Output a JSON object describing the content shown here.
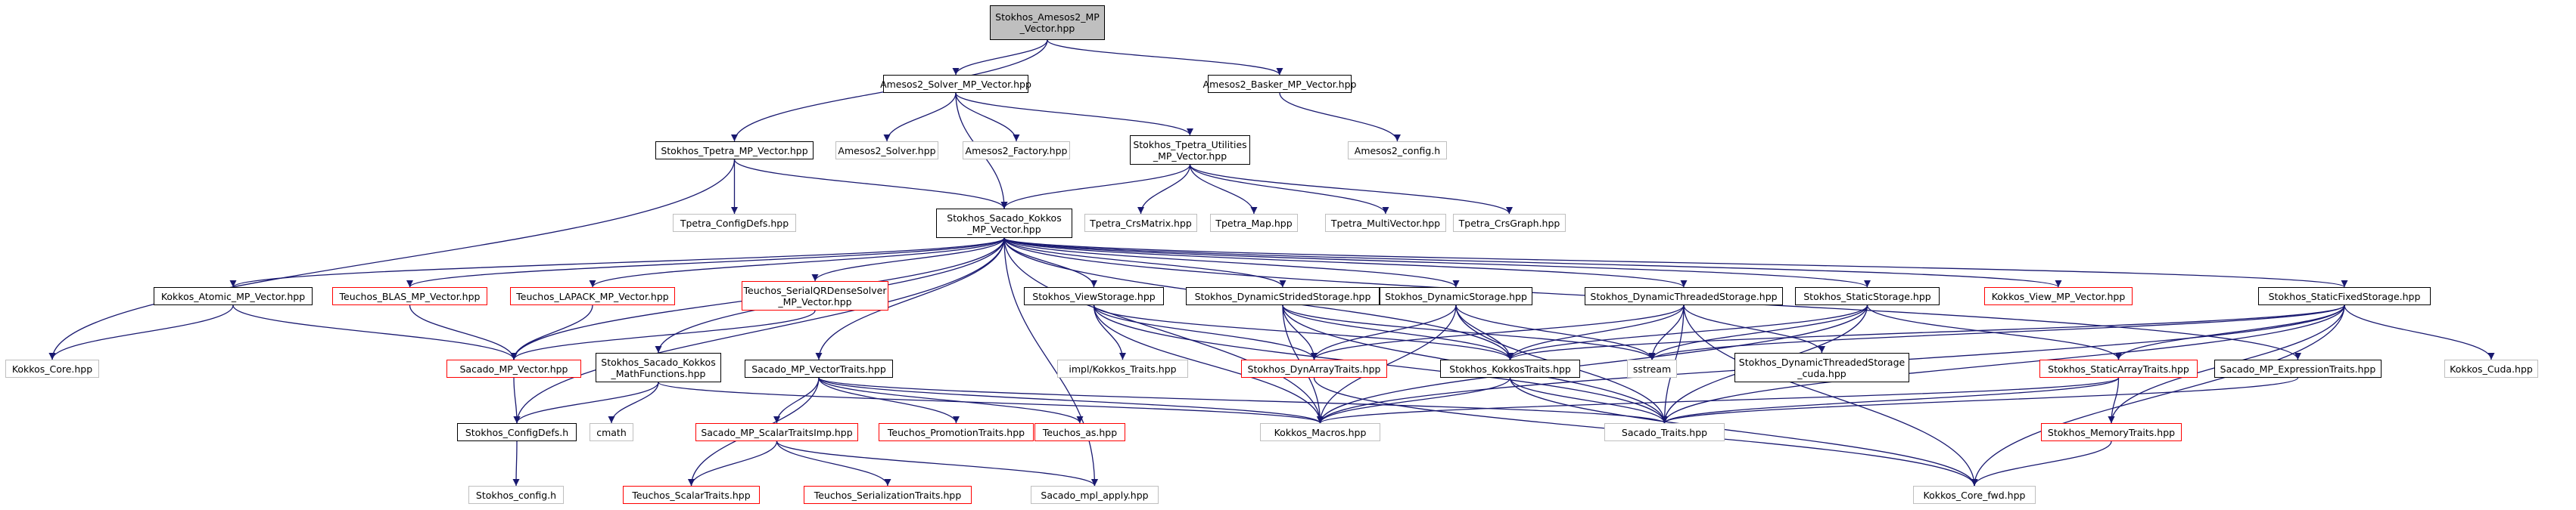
{
  "graph": {
    "title": "Stokhos_Amesos2_MP\n_Vector.hpp",
    "edge_color": "#191970",
    "border_colors": {
      "root": "#000000",
      "documented": "#000000",
      "external": "#bfbfbf",
      "undocumented": "#ff0000"
    },
    "root_fill": "#bfbfbf",
    "nodes": [
      {
        "id": "n0",
        "label": "Stokhos_Amesos2_MP\n_Vector.hpp",
        "kind": "root"
      },
      {
        "id": "n1",
        "label": "Amesos2_Solver_MP_Vector.hpp",
        "kind": "documented"
      },
      {
        "id": "n2",
        "label": "Amesos2_Basker_MP_Vector.hpp",
        "kind": "documented"
      },
      {
        "id": "n3",
        "label": "Stokhos_Tpetra_MP_Vector.hpp",
        "kind": "documented"
      },
      {
        "id": "n4",
        "label": "Amesos2_Solver.hpp",
        "kind": "external"
      },
      {
        "id": "n5",
        "label": "Amesos2_Factory.hpp",
        "kind": "external"
      },
      {
        "id": "n6",
        "label": "Stokhos_Tpetra_Utilities\n_MP_Vector.hpp",
        "kind": "documented"
      },
      {
        "id": "n7",
        "label": "Amesos2_config.h",
        "kind": "external"
      },
      {
        "id": "n8",
        "label": "Tpetra_ConfigDefs.hpp",
        "kind": "external"
      },
      {
        "id": "n9",
        "label": "Stokhos_Sacado_Kokkos\n_MP_Vector.hpp",
        "kind": "documented"
      },
      {
        "id": "n10",
        "label": "Tpetra_CrsMatrix.hpp",
        "kind": "external"
      },
      {
        "id": "n11",
        "label": "Tpetra_Map.hpp",
        "kind": "external"
      },
      {
        "id": "n12",
        "label": "Tpetra_MultiVector.hpp",
        "kind": "external"
      },
      {
        "id": "n13",
        "label": "Tpetra_CrsGraph.hpp",
        "kind": "external"
      },
      {
        "id": "n14",
        "label": "Kokkos_Atomic_MP_Vector.hpp",
        "kind": "documented"
      },
      {
        "id": "n15",
        "label": "Teuchos_BLAS_MP_Vector.hpp",
        "kind": "undocumented"
      },
      {
        "id": "n16",
        "label": "Teuchos_LAPACK_MP_Vector.hpp",
        "kind": "undocumented"
      },
      {
        "id": "n17",
        "label": "Teuchos_SerialQRDenseSolver\n_MP_Vector.hpp",
        "kind": "undocumented"
      },
      {
        "id": "n18",
        "label": "Stokhos_ViewStorage.hpp",
        "kind": "documented"
      },
      {
        "id": "n19",
        "label": "Stokhos_DynamicStridedStorage.hpp",
        "kind": "documented"
      },
      {
        "id": "n20",
        "label": "Stokhos_DynamicStorage.hpp",
        "kind": "documented"
      },
      {
        "id": "n21",
        "label": "Stokhos_DynamicThreadedStorage.hpp",
        "kind": "documented"
      },
      {
        "id": "n22",
        "label": "Stokhos_StaticStorage.hpp",
        "kind": "documented"
      },
      {
        "id": "n23",
        "label": "Kokkos_View_MP_Vector.hpp",
        "kind": "undocumented"
      },
      {
        "id": "n24",
        "label": "Stokhos_StaticFixedStorage.hpp",
        "kind": "documented"
      },
      {
        "id": "n25",
        "label": "Kokkos_Core.hpp",
        "kind": "external"
      },
      {
        "id": "n26",
        "label": "Sacado_MP_Vector.hpp",
        "kind": "undocumented"
      },
      {
        "id": "n27",
        "label": "Stokhos_Sacado_Kokkos\n_MathFunctions.hpp",
        "kind": "documented"
      },
      {
        "id": "n28",
        "label": "Sacado_MP_VectorTraits.hpp",
        "kind": "documented"
      },
      {
        "id": "n29",
        "label": "impl/Kokkos_Traits.hpp",
        "kind": "external"
      },
      {
        "id": "n30",
        "label": "Stokhos_DynArrayTraits.hpp",
        "kind": "undocumented"
      },
      {
        "id": "n31",
        "label": "Stokhos_KokkosTraits.hpp",
        "kind": "documented"
      },
      {
        "id": "n32",
        "label": "sstream",
        "kind": "external"
      },
      {
        "id": "n33",
        "label": "Stokhos_DynamicThreadedStorage\n_cuda.hpp",
        "kind": "documented"
      },
      {
        "id": "n34",
        "label": "Stokhos_StaticArrayTraits.hpp",
        "kind": "undocumented"
      },
      {
        "id": "n35",
        "label": "Sacado_MP_ExpressionTraits.hpp",
        "kind": "documented"
      },
      {
        "id": "n36",
        "label": "Kokkos_Cuda.hpp",
        "kind": "external"
      },
      {
        "id": "n37",
        "label": "Stokhos_ConfigDefs.h",
        "kind": "documented"
      },
      {
        "id": "n38",
        "label": "cmath",
        "kind": "external"
      },
      {
        "id": "n39",
        "label": "Sacado_MP_ScalarTraitsImp.hpp",
        "kind": "undocumented"
      },
      {
        "id": "n40",
        "label": "Teuchos_PromotionTraits.hpp",
        "kind": "undocumented"
      },
      {
        "id": "n41",
        "label": "Teuchos_as.hpp",
        "kind": "undocumented"
      },
      {
        "id": "n42",
        "label": "Kokkos_Macros.hpp",
        "kind": "external"
      },
      {
        "id": "n43",
        "label": "Sacado_Traits.hpp",
        "kind": "external"
      },
      {
        "id": "n44",
        "label": "Stokhos_MemoryTraits.hpp",
        "kind": "undocumented"
      },
      {
        "id": "n45",
        "label": "Stokhos_config.h",
        "kind": "external"
      },
      {
        "id": "n46",
        "label": "Teuchos_ScalarTraits.hpp",
        "kind": "undocumented"
      },
      {
        "id": "n47",
        "label": "Teuchos_SerializationTraits.hpp",
        "kind": "undocumented"
      },
      {
        "id": "n48",
        "label": "Sacado_mpl_apply.hpp",
        "kind": "external"
      },
      {
        "id": "n49",
        "label": "Kokkos_Core_fwd.hpp",
        "kind": "external"
      }
    ],
    "edges": [
      [
        "n0",
        "n1"
      ],
      [
        "n0",
        "n2"
      ],
      [
        "n0",
        "n3"
      ],
      [
        "n1",
        "n4"
      ],
      [
        "n1",
        "n5"
      ],
      [
        "n1",
        "n6"
      ],
      [
        "n1",
        "n9"
      ],
      [
        "n2",
        "n7"
      ],
      [
        "n3",
        "n8"
      ],
      [
        "n3",
        "n9"
      ],
      [
        "n3",
        "n25"
      ],
      [
        "n6",
        "n9"
      ],
      [
        "n6",
        "n10"
      ],
      [
        "n6",
        "n11"
      ],
      [
        "n6",
        "n12"
      ],
      [
        "n6",
        "n13"
      ],
      [
        "n9",
        "n14"
      ],
      [
        "n9",
        "n15"
      ],
      [
        "n9",
        "n16"
      ],
      [
        "n9",
        "n17"
      ],
      [
        "n9",
        "n18"
      ],
      [
        "n9",
        "n19"
      ],
      [
        "n9",
        "n20"
      ],
      [
        "n9",
        "n21"
      ],
      [
        "n9",
        "n22"
      ],
      [
        "n9",
        "n23"
      ],
      [
        "n9",
        "n24"
      ],
      [
        "n9",
        "n26"
      ],
      [
        "n9",
        "n27"
      ],
      [
        "n9",
        "n28"
      ],
      [
        "n9",
        "n31"
      ],
      [
        "n9",
        "n35"
      ],
      [
        "n9",
        "n37"
      ],
      [
        "n9",
        "n42"
      ],
      [
        "n9",
        "n48"
      ],
      [
        "n14",
        "n25"
      ],
      [
        "n14",
        "n26"
      ],
      [
        "n15",
        "n26"
      ],
      [
        "n16",
        "n26"
      ],
      [
        "n17",
        "n26"
      ],
      [
        "n18",
        "n29"
      ],
      [
        "n18",
        "n30"
      ],
      [
        "n18",
        "n31"
      ],
      [
        "n18",
        "n42"
      ],
      [
        "n18",
        "n43"
      ],
      [
        "n19",
        "n30"
      ],
      [
        "n19",
        "n31"
      ],
      [
        "n19",
        "n32"
      ],
      [
        "n19",
        "n42"
      ],
      [
        "n19",
        "n43"
      ],
      [
        "n20",
        "n30"
      ],
      [
        "n20",
        "n31"
      ],
      [
        "n20",
        "n32"
      ],
      [
        "n20",
        "n42"
      ],
      [
        "n20",
        "n43"
      ],
      [
        "n21",
        "n30"
      ],
      [
        "n21",
        "n31"
      ],
      [
        "n21",
        "n32"
      ],
      [
        "n21",
        "n33"
      ],
      [
        "n21",
        "n43"
      ],
      [
        "n21",
        "n49"
      ],
      [
        "n22",
        "n31"
      ],
      [
        "n22",
        "n32"
      ],
      [
        "n22",
        "n34"
      ],
      [
        "n22",
        "n42"
      ],
      [
        "n22",
        "n43"
      ],
      [
        "n24",
        "n31"
      ],
      [
        "n24",
        "n32"
      ],
      [
        "n24",
        "n34"
      ],
      [
        "n24",
        "n36"
      ],
      [
        "n24",
        "n42"
      ],
      [
        "n24",
        "n43"
      ],
      [
        "n24",
        "n44"
      ],
      [
        "n24",
        "n49"
      ],
      [
        "n26",
        "n37"
      ],
      [
        "n27",
        "n37"
      ],
      [
        "n27",
        "n38"
      ],
      [
        "n27",
        "n42"
      ],
      [
        "n28",
        "n39"
      ],
      [
        "n28",
        "n40"
      ],
      [
        "n28",
        "n41"
      ],
      [
        "n28",
        "n42"
      ],
      [
        "n28",
        "n43"
      ],
      [
        "n28",
        "n46"
      ],
      [
        "n30",
        "n49"
      ],
      [
        "n31",
        "n42"
      ],
      [
        "n31",
        "n43"
      ],
      [
        "n31",
        "n49"
      ],
      [
        "n34",
        "n42"
      ],
      [
        "n34",
        "n43"
      ],
      [
        "n34",
        "n44"
      ],
      [
        "n35",
        "n43"
      ],
      [
        "n37",
        "n45"
      ],
      [
        "n39",
        "n46"
      ],
      [
        "n39",
        "n47"
      ],
      [
        "n39",
        "n48"
      ],
      [
        "n44",
        "n49"
      ]
    ]
  }
}
